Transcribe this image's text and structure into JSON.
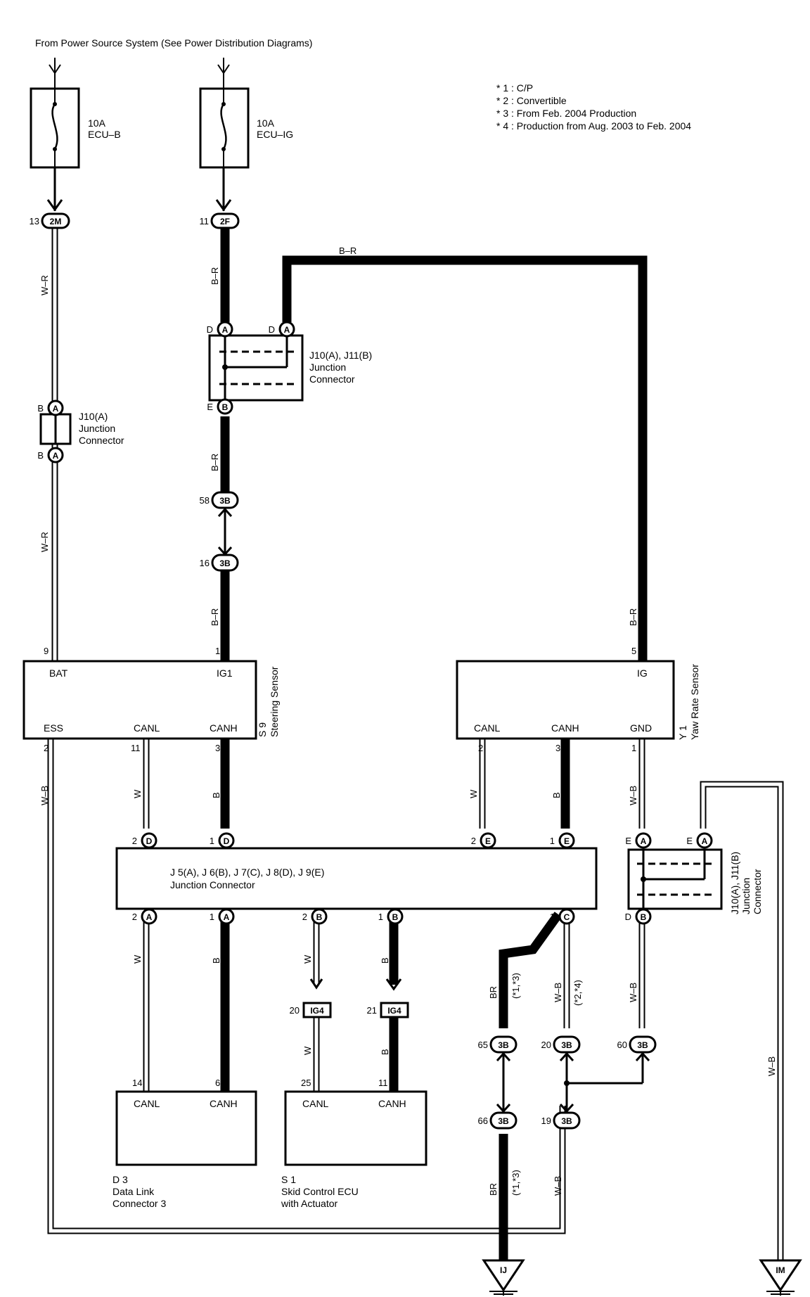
{
  "header": {
    "source_note": "From Power Source System (See Power Distribution Diagrams)"
  },
  "notes": [
    "* 1 : C/P",
    "* 2 : Convertible",
    "* 3 : From Feb.  2004 Production",
    "* 4 : Production from Aug.  2003 to Feb.  2004"
  ],
  "fuses": [
    {
      "rating": "10A",
      "name": "ECU–B"
    },
    {
      "rating": "10A",
      "name": "ECU–IG"
    }
  ],
  "connectors": {
    "c2M": {
      "pin": "13",
      "code": "2M"
    },
    "c2F": {
      "pin": "11",
      "code": "2F"
    },
    "c3B_58": {
      "pin": "58",
      "code": "3B"
    },
    "c3B_16": {
      "pin": "16",
      "code": "3B"
    },
    "c3B_65": {
      "pin": "65",
      "code": "3B"
    },
    "c3B_20": {
      "pin": "20",
      "code": "3B"
    },
    "c3B_60": {
      "pin": "60",
      "code": "3B"
    },
    "c3B_66": {
      "pin": "66",
      "code": "3B"
    },
    "c3B_19": {
      "pin": "19",
      "code": "3B"
    },
    "ig4_20": {
      "pin": "20",
      "code": "IG4"
    },
    "ig4_21": {
      "pin": "21",
      "code": "IG4"
    }
  },
  "junctions": {
    "j10a_left": {
      "line1": "J10(A)",
      "line2": "Junction",
      "line3": "Connector",
      "pin_top": "B",
      "letter_top": "A",
      "pin_bot": "B",
      "letter_bot": "A"
    },
    "j10_j11_top": {
      "line1": "J10(A), J11(B)",
      "line2": "Junction",
      "line3": "Connector",
      "pin_d1": "D",
      "letter_a1": "A",
      "pin_d2": "D",
      "letter_a2": "A",
      "pin_e": "E",
      "letter_b": "B"
    },
    "j_main": {
      "line1": "J 5(A), J 6(B), J 7(C), J 8(D), J 9(E)",
      "line2": "Junction Connector"
    },
    "j10_j11_right": {
      "line1": "J10(A), J11(B)",
      "line2": "Junction",
      "line3": "Connector",
      "pin_e1": "E",
      "letter_a1": "A",
      "pin_e2": "E",
      "letter_a2": "A",
      "pin_d": "D",
      "letter_b": "B"
    }
  },
  "components": {
    "steering_sensor": {
      "code": "S 9",
      "name": "Steering Sensor",
      "bat": "BAT",
      "ig1": "IG1",
      "ess": "ESS",
      "canl": "CANL",
      "canh": "CANH",
      "pin_bat": "9",
      "pin_ig1": "1",
      "pin_ess": "2",
      "pin_canl": "11",
      "pin_canh": "3"
    },
    "yaw_rate_sensor": {
      "code": "Y 1",
      "name": "Yaw Rate Sensor",
      "ig": "IG",
      "canl": "CANL",
      "canh": "CANH",
      "gnd": "GND",
      "pin_ig": "5",
      "pin_canl": "2",
      "pin_canh": "3",
      "pin_gnd": "1"
    },
    "data_link": {
      "code": "D 3",
      "line1": "Data Link",
      "line2": "Connector 3",
      "canl": "CANL",
      "canh": "CANH",
      "pin_canl": "14",
      "pin_canh": "6"
    },
    "skid_ecu": {
      "code": "S 1",
      "line1": "Skid Control ECU",
      "line2": "with Actuator",
      "canl": "CANL",
      "canh": "CANH",
      "pin_canl": "25",
      "pin_canh": "11"
    }
  },
  "main_junction_pins": {
    "top": [
      {
        "pin": "2",
        "letter": "D"
      },
      {
        "pin": "1",
        "letter": "D"
      },
      {
        "pin": "2",
        "letter": "E"
      },
      {
        "pin": "1",
        "letter": "E"
      }
    ],
    "bottom": [
      {
        "pin": "2",
        "letter": "A"
      },
      {
        "pin": "1",
        "letter": "A"
      },
      {
        "pin": "2",
        "letter": "B"
      },
      {
        "pin": "1",
        "letter": "B"
      },
      {
        "pin": "1",
        "letter": "C"
      }
    ]
  },
  "wire_colors": {
    "w_r": "W–R",
    "b_r": "B–R",
    "w_b": "W–B",
    "w": "W",
    "b": "B",
    "br": "BR",
    "note_13": "(*1,*3)",
    "note_24": "(*2,*4)"
  },
  "grounds": {
    "left": "IJ",
    "right": "IM"
  },
  "colors": {
    "line": "#000000",
    "background": "#ffffff"
  }
}
